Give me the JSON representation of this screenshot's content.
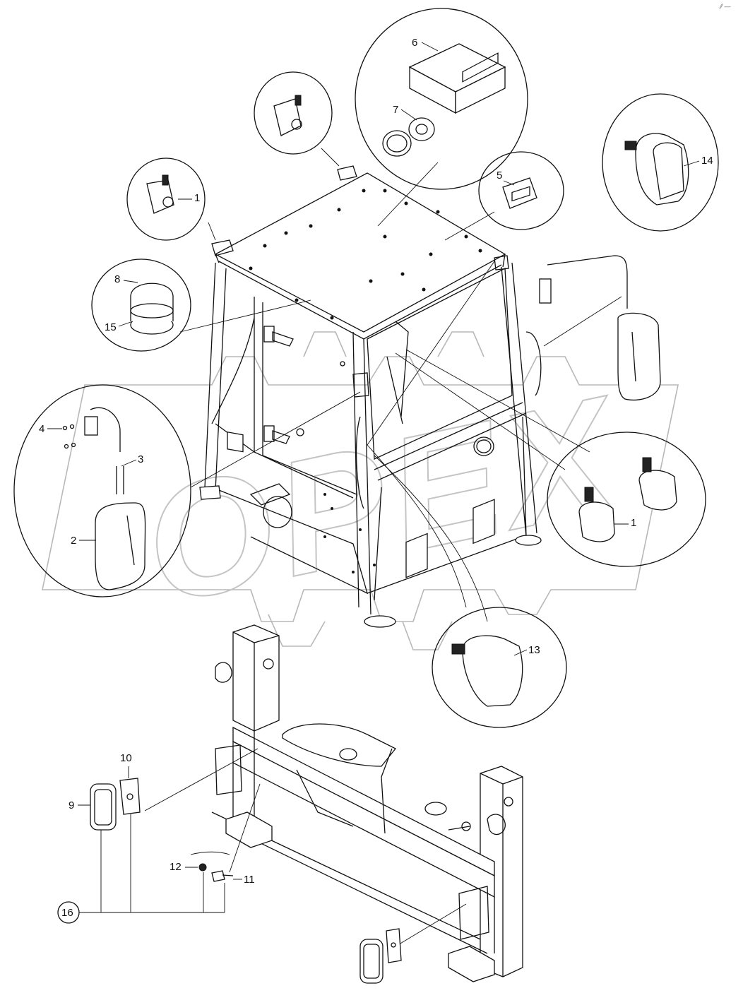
{
  "diagram": {
    "callouts": [
      {
        "id": "1",
        "label": "1"
      },
      {
        "id": "1b",
        "label": "1"
      },
      {
        "id": "2",
        "label": "2"
      },
      {
        "id": "3",
        "label": "3"
      },
      {
        "id": "4",
        "label": "4"
      },
      {
        "id": "5",
        "label": "5"
      },
      {
        "id": "6",
        "label": "6"
      },
      {
        "id": "7",
        "label": "7"
      },
      {
        "id": "8",
        "label": "8"
      },
      {
        "id": "9",
        "label": "9"
      },
      {
        "id": "10",
        "label": "10"
      },
      {
        "id": "11",
        "label": "11"
      },
      {
        "id": "12",
        "label": "12"
      },
      {
        "id": "13",
        "label": "13"
      },
      {
        "id": "14",
        "label": "14"
      },
      {
        "id": "15",
        "label": "15"
      },
      {
        "id": "16",
        "label": "16"
      }
    ],
    "watermark": "OPEX",
    "corner_mark": "⁄⁄ —"
  }
}
